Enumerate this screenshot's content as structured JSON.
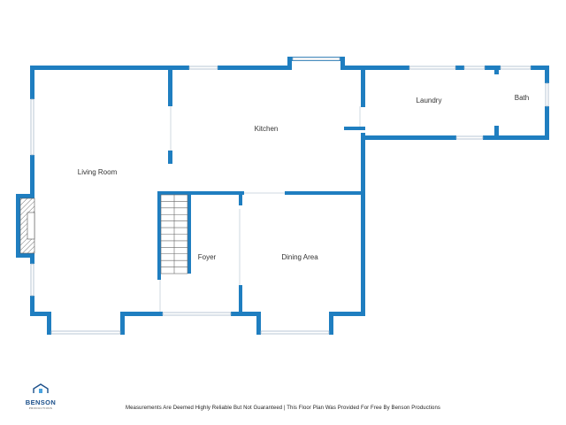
{
  "colors": {
    "wall": "#1f7ec0",
    "window": "#9cb0c4",
    "hatch": "#555555",
    "logo": "#1b4f8a"
  },
  "rooms": {
    "living_room": "Living Room",
    "kitchen": "Kitchen",
    "laundry": "Laundry",
    "bath": "Bath",
    "foyer": "Foyer",
    "dining_area": "Dining Area"
  },
  "footer": {
    "disclaimer": "Measurements Are Deemed Highly Reliable But Not Guaranteed | This Floor Plan Was Provided For Free By Benson Productions"
  },
  "logo": {
    "icon": "house-icon",
    "name": "BENSON",
    "tagline": "PRODUCTIONS"
  }
}
